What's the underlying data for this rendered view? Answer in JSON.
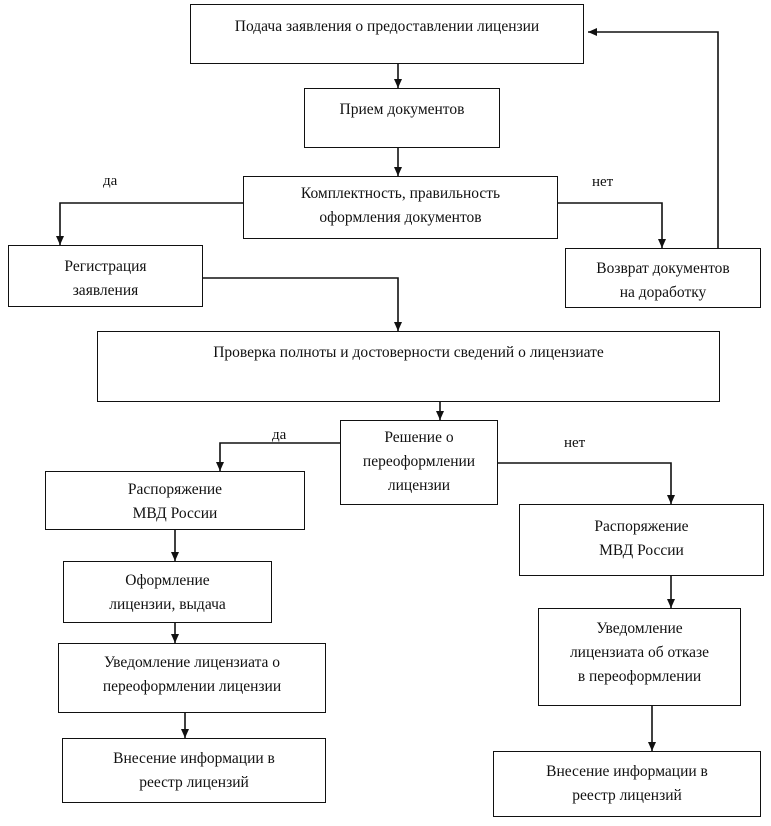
{
  "nodes": {
    "apply": [
      "Подача заявления о предоставлении лицензии"
    ],
    "receive": [
      "Прием документов"
    ],
    "check": [
      "Комплектность, правильность",
      "оформления документов"
    ],
    "register": [
      "Регистрация",
      "заявления"
    ],
    "return": [
      "Возврат документов",
      "на доработку"
    ],
    "verify": [
      "Проверка полноты и достоверности сведений о лицензиате"
    ],
    "decision": [
      "Решение о",
      "переоформлении",
      "лицензии"
    ],
    "order_left": [
      "Распоряжение",
      "МВД России"
    ],
    "issue": [
      "Оформление",
      "лицензии, выдача"
    ],
    "notify_left": [
      "Уведомление лицензиата о",
      "переоформлении лицензии"
    ],
    "registry_left": [
      "Внесение информации в",
      "реестр лицензий"
    ],
    "order_right": [
      "Распоряжение",
      "МВД России"
    ],
    "notify_right": [
      "Уведомление",
      "лицензиата об отказе",
      "в переоформлении"
    ],
    "registry_right": [
      "Внесение информации в",
      "реестр лицензий"
    ]
  },
  "labels": {
    "yes_1": "да",
    "no_1": "нет",
    "yes_2": "да",
    "no_2": "нет"
  }
}
